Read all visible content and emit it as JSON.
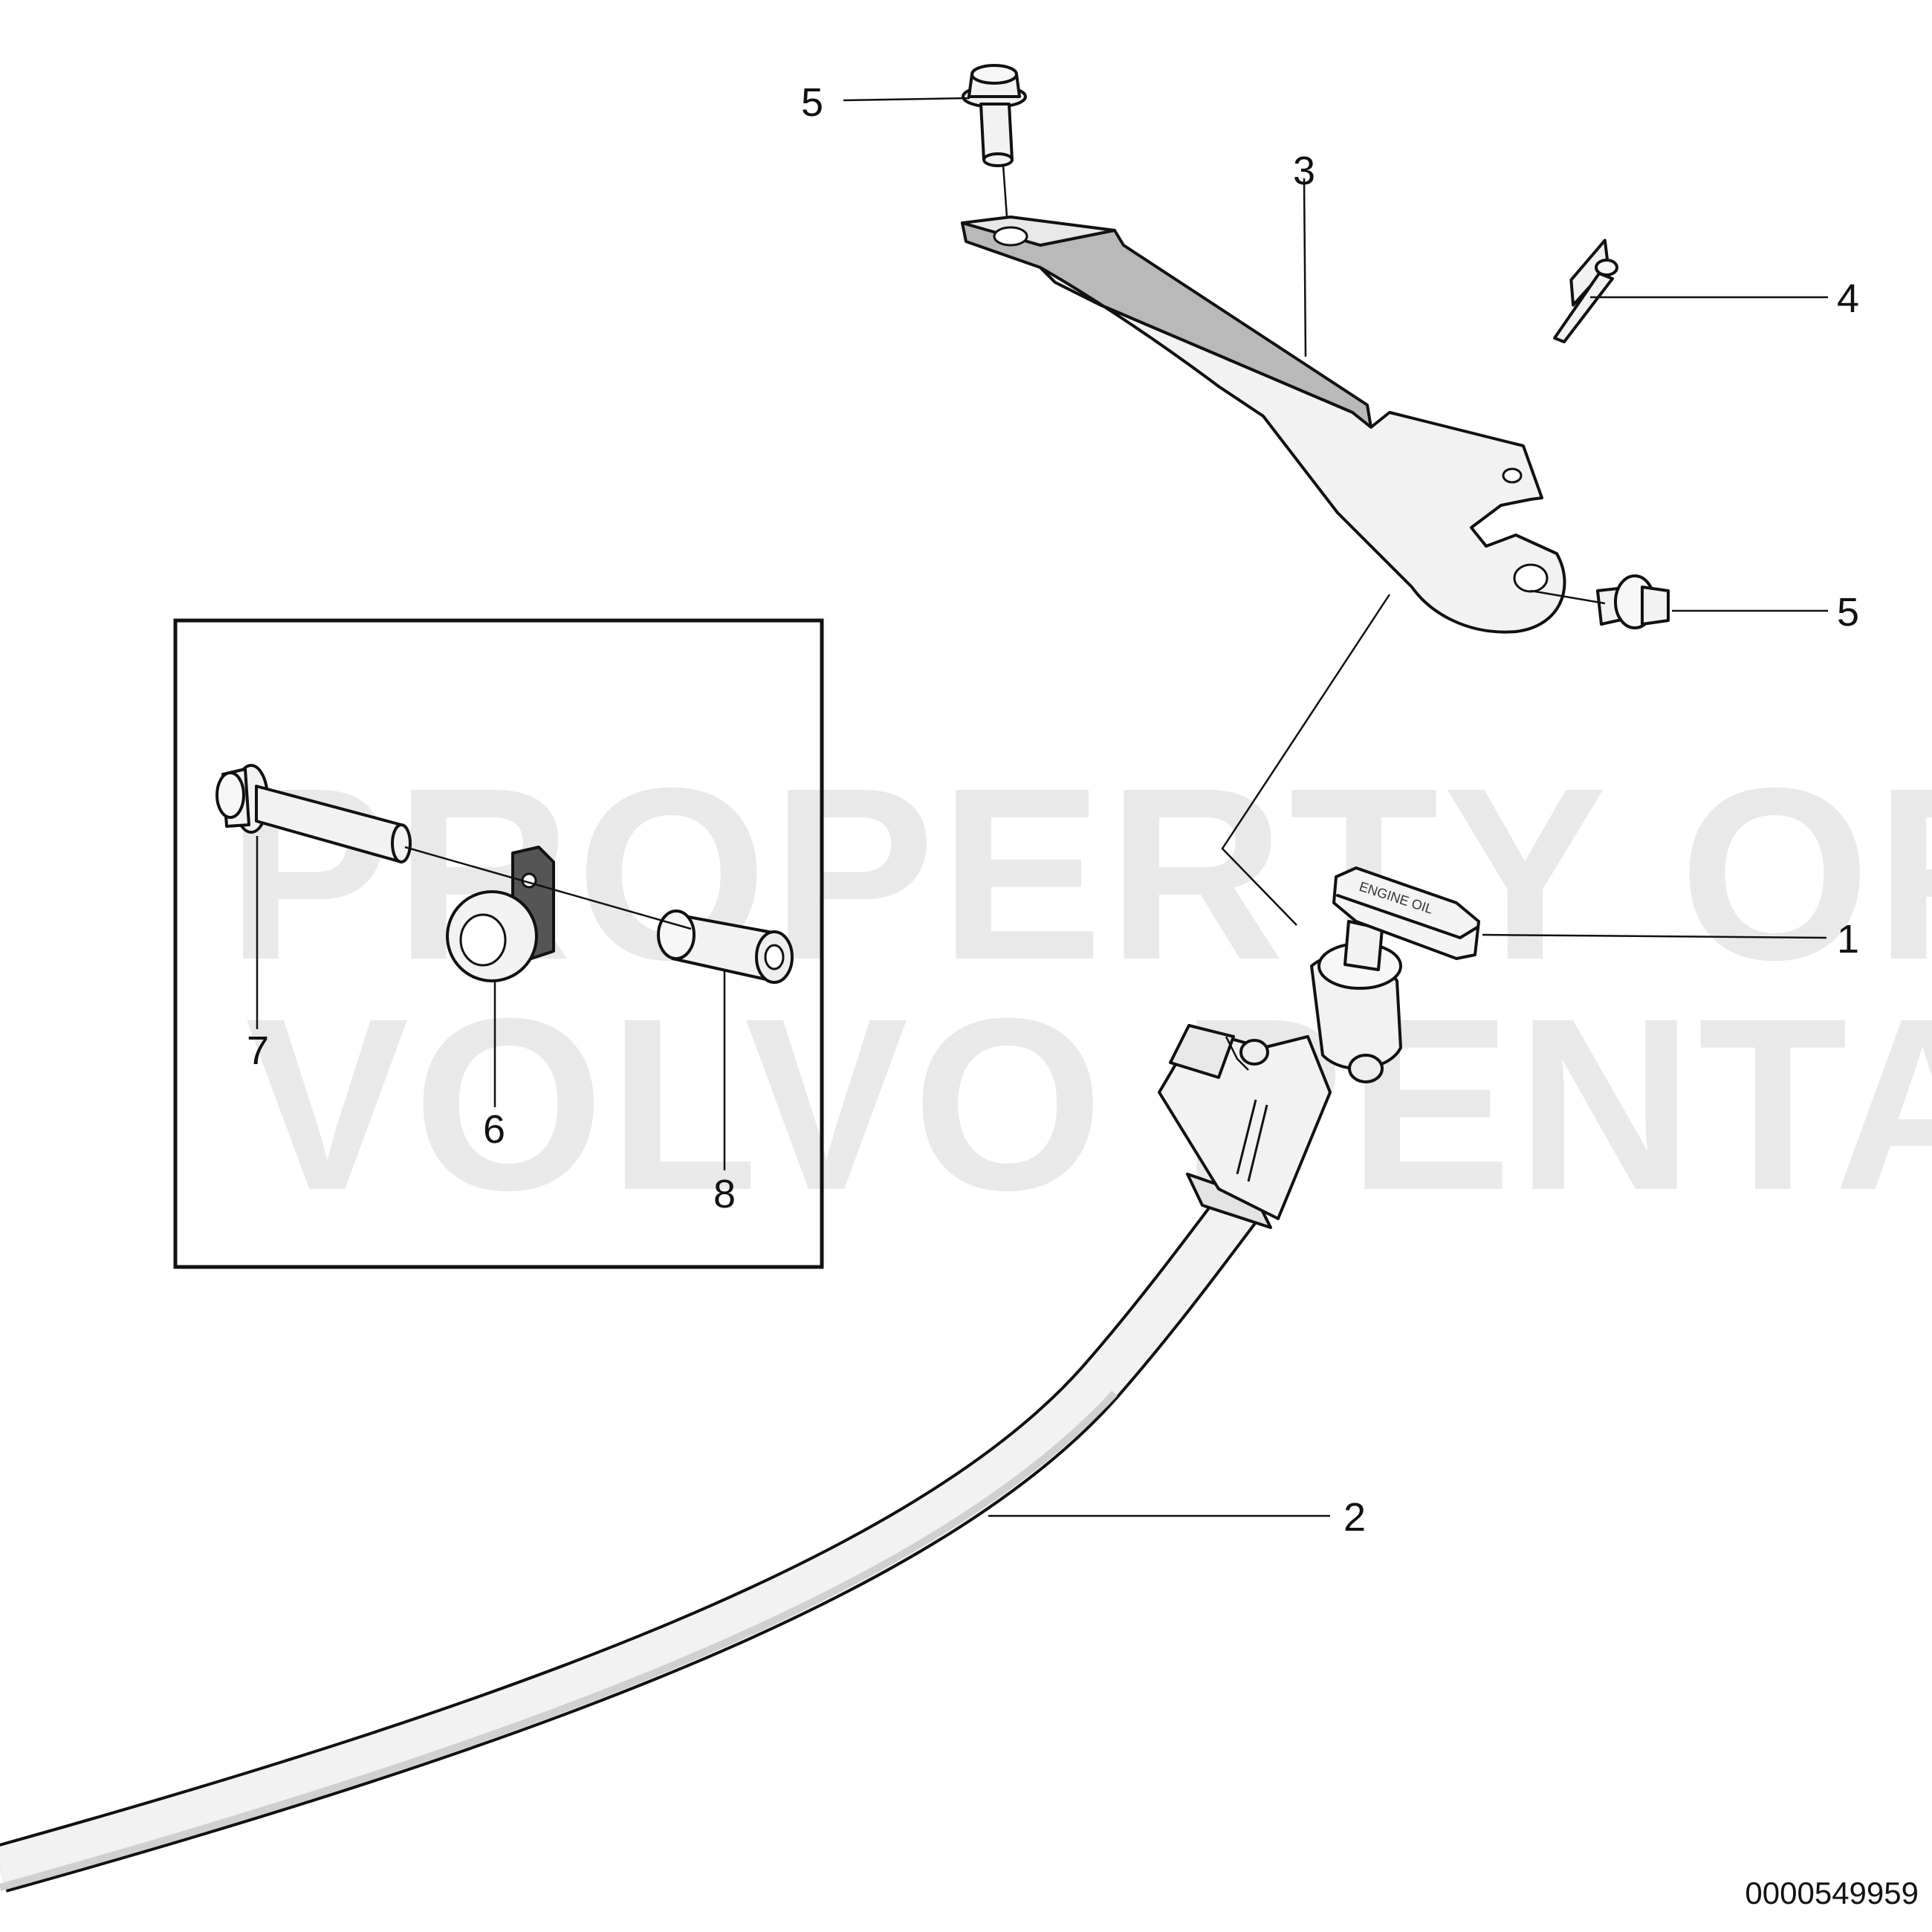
{
  "watermark": {
    "line1": "PROPERTY OF",
    "line2": "VOLVO PENTA"
  },
  "callouts": {
    "c1": "1",
    "c2": "2",
    "c3": "3",
    "c4": "4",
    "c5_top": "5",
    "c5_right": "5",
    "c6": "6",
    "c7": "7",
    "c8": "8"
  },
  "handle_text": "ENGINE OIL",
  "document_number": "0000549959",
  "colors": {
    "bracket": "#b9b9b9",
    "bracket_light": "#e6e6e6",
    "part_fill": "#f2f2f2",
    "clip": "#555555"
  }
}
